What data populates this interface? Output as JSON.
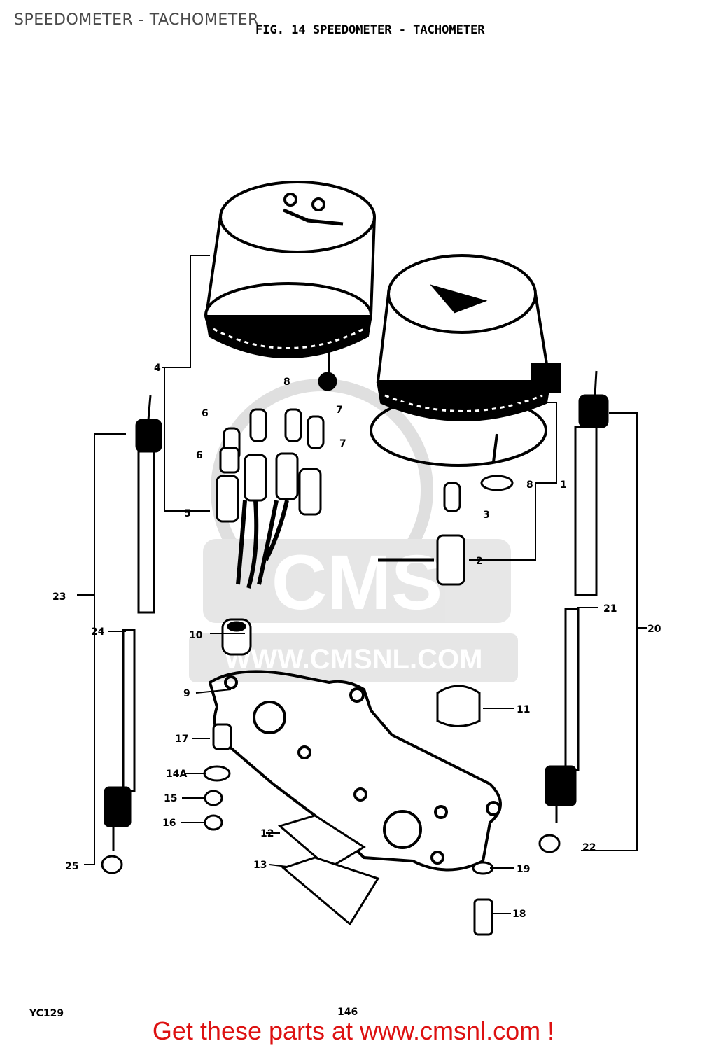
{
  "header": {
    "page_title": "SPEEDOMETER - TACHOMETER",
    "figure_title": "FIG. 14 SPEEDOMETER - TACHOMETER"
  },
  "watermark": {
    "logo_text": "CMS",
    "url": "WWW.CMSNL.COM"
  },
  "part_labels": [
    "4",
    "8",
    "6",
    "7",
    "7",
    "6",
    "5",
    "1",
    "8",
    "3",
    "2",
    "23",
    "24",
    "21",
    "20",
    "10",
    "9",
    "11",
    "17",
    "14A",
    "15",
    "16",
    "12",
    "13",
    "19",
    "18",
    "25",
    "22"
  ],
  "footer": {
    "figure_code": "YC129",
    "page_number": "146",
    "link_text": "Get these parts at www.cmsnl.com !"
  },
  "colors": {
    "ink": "#000000",
    "watermark": "#d8d8d8",
    "footer_link": "#dd1111",
    "title": "#4a4a4a"
  }
}
